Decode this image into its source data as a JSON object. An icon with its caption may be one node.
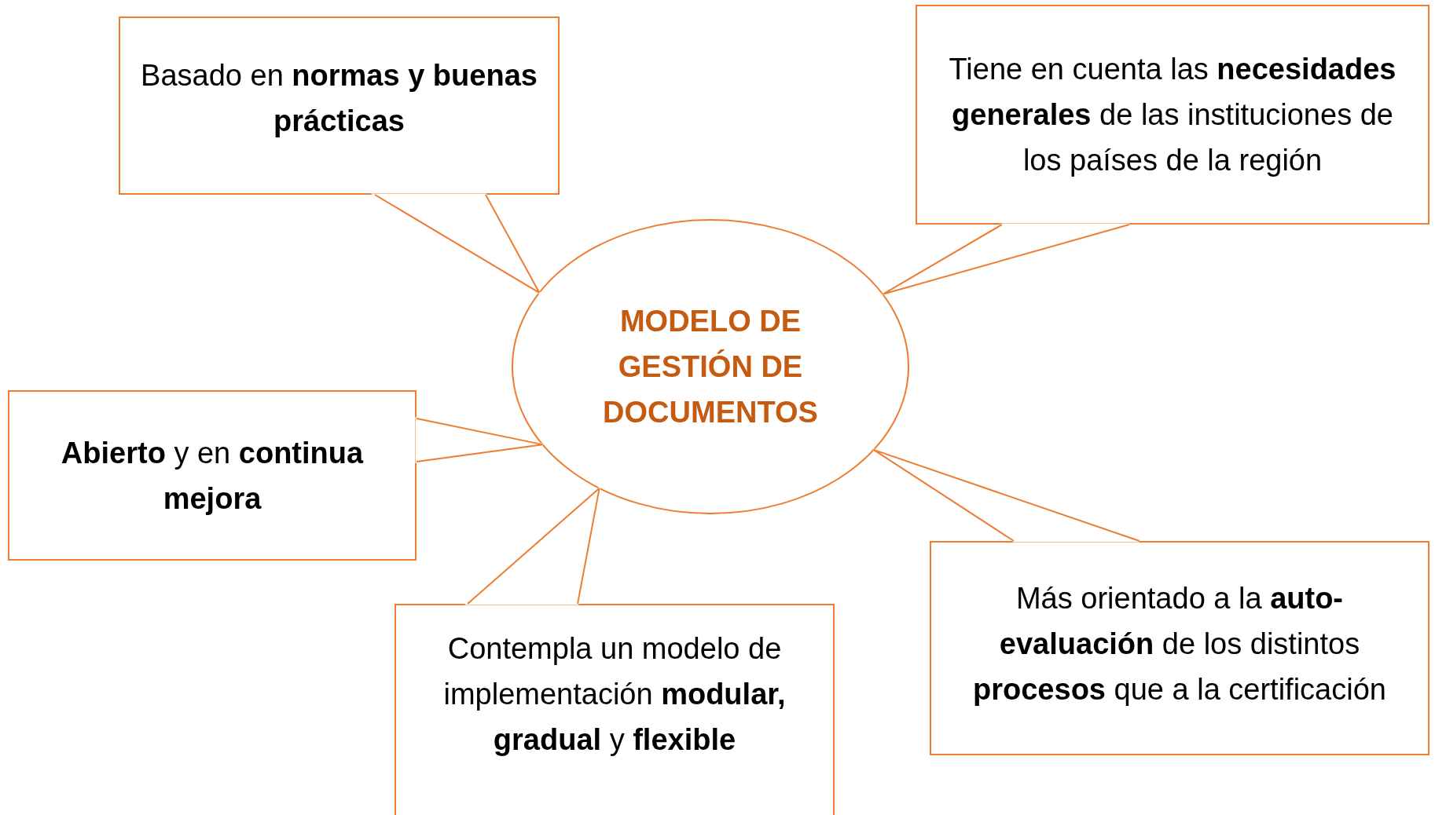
{
  "diagram": {
    "nodes": [
      {
        "text": [
          "Basado en **normas y buenas prácticas**"
        ]
      },
      {
        "text": [
          "Tiene en cuenta las **necesidades generales** de las instituciones de los países de la región"
        ]
      },
      {
        "text": [
          "MODELO DE GESTIÓN DE DOCUMENTOS"
        ]
      },
      {
        "text": [
          "**Abierto** y en **continua mejora**"
        ]
      },
      {
        "text": [
          "Más orientado a la **auto-evaluación** de los distintos **procesos** que a la certificación"
        ]
      },
      {
        "text": [
          "Contempla un modelo de implementación **modular, gradual** y **flexible**"
        ]
      }
    ],
    "edges": [
      {
        "from": 0,
        "to": 2,
        "arrow": "none"
      },
      {
        "from": 1,
        "to": 2,
        "arrow": "none"
      },
      {
        "from": 3,
        "to": 2,
        "arrow": "none"
      },
      {
        "from": 4,
        "to": 2,
        "arrow": "none"
      },
      {
        "from": 5,
        "to": 2,
        "arrow": "none"
      }
    ]
  }
}
